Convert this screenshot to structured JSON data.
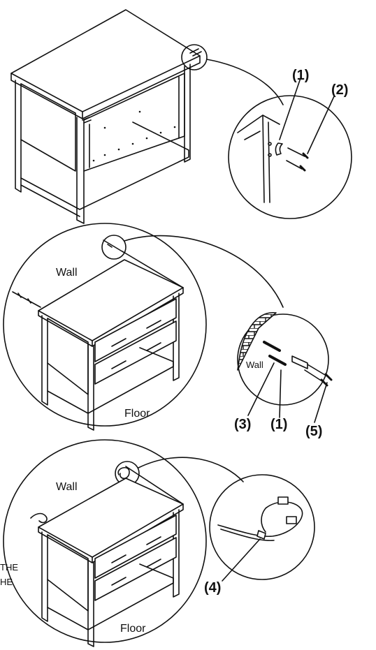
{
  "step1": {
    "callouts": [
      "(1)",
      "(2)"
    ]
  },
  "step2": {
    "wall_label": "Wall",
    "floor_label": "Floor",
    "detail_wall_label": "Wall",
    "callouts": [
      "(3)",
      "(1)",
      "(5)"
    ]
  },
  "step3": {
    "wall_label": "Wall",
    "floor_label": "Floor",
    "callouts": [
      "(4)"
    ],
    "cutoff_text": [
      "THE",
      "HE"
    ]
  },
  "colors": {
    "ink": "#111111",
    "paper": "#ffffff"
  }
}
